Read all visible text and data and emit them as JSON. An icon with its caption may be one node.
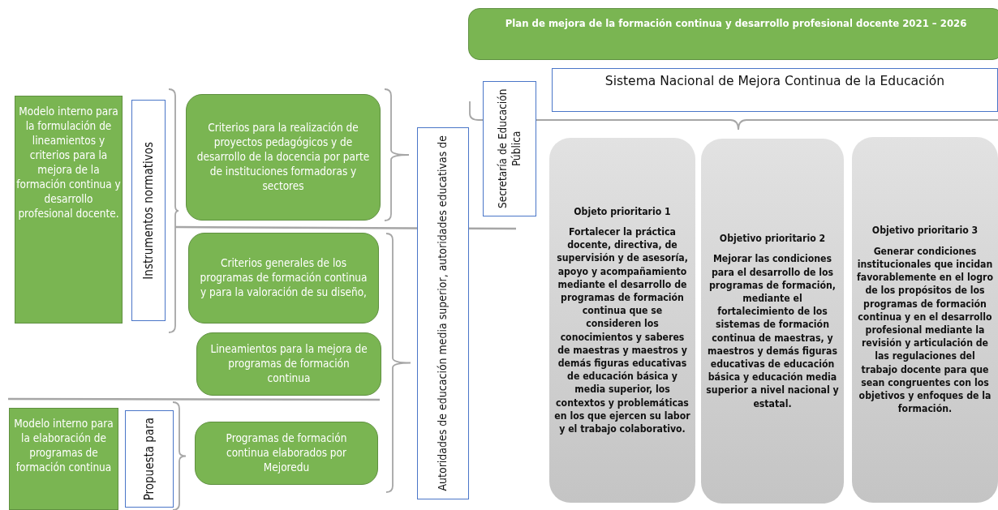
{
  "diagram": {
    "nodes": [
      {
        "text": [
          "Plan de mejora de la formación continua y desarrollo profesional docente 2021 – 2026"
        ]
      },
      {
        "text": [
          "Sistema Nacional de Mejora Continua de la Educación"
        ]
      },
      {
        "text": [
          "Secretaría de Educación Pública"
        ]
      },
      {
        "text": [
          "Objeto prioritario 1",
          "Fortalecer la práctica docente, directiva, de supervisión y de asesoría, apoyo y acompañamiento mediante el desarrollo de programas de formación continua que se consideren los conocimientos y saberes de maestras y maestros y demás figuras educativas de educación básica y media superior, los contextos y problemáticas en los que ejercen su labor y el trabajo colaborativo."
        ]
      },
      {
        "text": [
          "Objetivo prioritario 2",
          "Mejorar las condiciones para el desarrollo de los programas de formación, mediante el fortalecimiento de los sistemas de formación continua de maestras, y maestros y demás figuras educativas de educación básica y educación media superior a nivel nacional y estatal."
        ]
      },
      {
        "text": [
          "Objetivo prioritario 3",
          "Generar condiciones institucionales que incidan favorablemente en el logro de los propósitos de los programas de formación continua y en el desarrollo profesional mediante la revisión y articulación de las regulaciones del trabajo docente para que sean congruentes con los objetivos y enfoques de la formación."
        ]
      },
      {
        "text": [
          "Autoridades de educación media superior, autoridades educativas de"
        ]
      },
      {
        "text": [
          "Modelo interno para la formulación de lineamientos y criterios para la mejora de la formación continua y desarrollo profesional docente."
        ]
      },
      {
        "text": [
          "Instrumentos normativos"
        ]
      },
      {
        "text": [
          "Criterios para la realización de proyectos pedagógicos y de desarrollo de la docencia por parte de instituciones formadoras y sectores"
        ]
      },
      {
        "text": [
          "Criterios generales de los programas de formación continua y para la valoración de su diseño,"
        ]
      },
      {
        "text": [
          "Lineamientos para la mejora de programas de formación continua"
        ]
      },
      {
        "text": [
          "Modelo interno para la elaboración de programas de formación continua"
        ]
      },
      {
        "text": [
          "Propuesta para"
        ]
      },
      {
        "text": [
          "Programas de formación continua elaborados por Mejoredu"
        ]
      }
    ]
  }
}
